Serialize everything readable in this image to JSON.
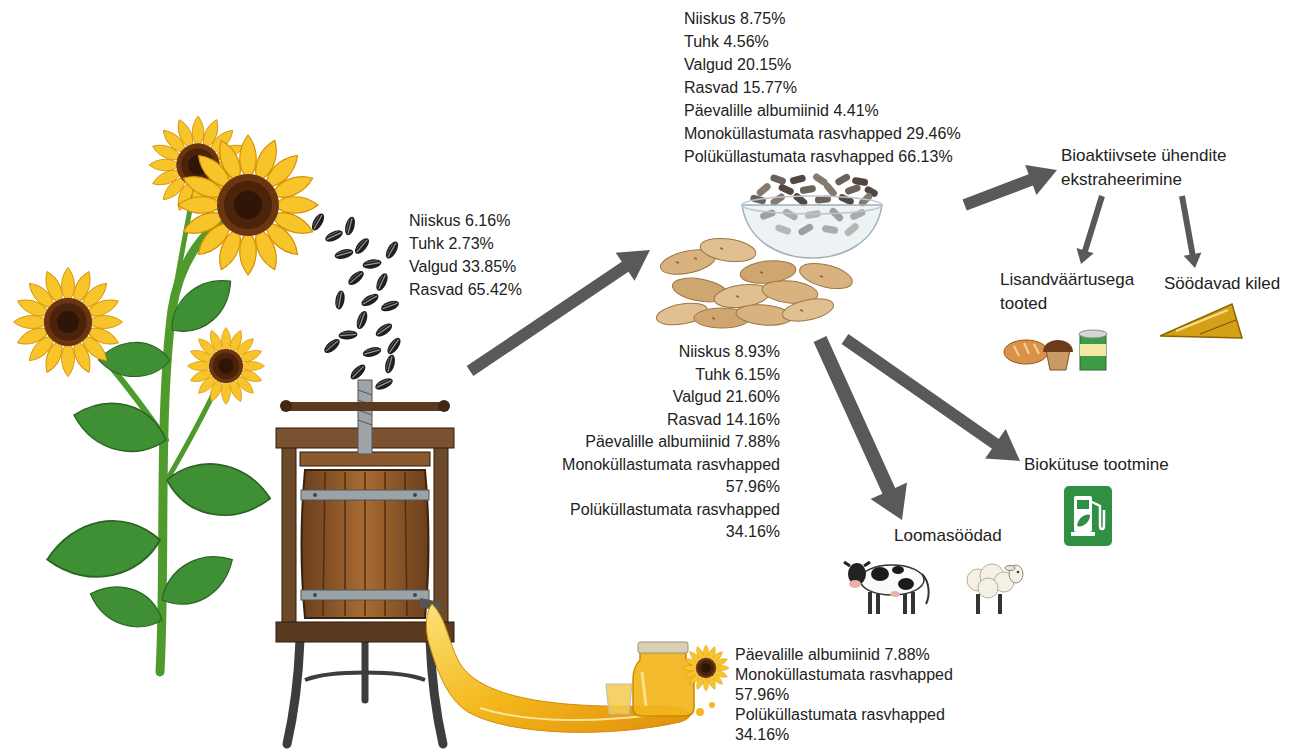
{
  "diagram": {
    "nodes": [
      {
        "text": [
          "Niiskus 6.16%",
          "Tuhk 2.73%",
          "Valgud 33.85%",
          "Rasvad 65.42%"
        ]
      },
      {
        "text": [
          "Niiskus 8.75%",
          "Tuhk 4.56%",
          "Valgud 20.15%",
          "Rasvad 15.77%",
          "Päevalille albumiinid 4.41%",
          "Monoküllastumata rasvhapped 29.46%",
          "Polüküllastumata rasvhapped 66.13%"
        ]
      },
      {
        "text": [
          "Bioaktiivsete ühendite ekstraheerimine"
        ]
      },
      {
        "text": [
          "Lisandväärtusega tooted"
        ]
      },
      {
        "text": [
          "Söödavad kiled"
        ]
      },
      {
        "text": [
          "Biokütuse tootmine"
        ]
      },
      {
        "text": [
          "Loomasöödad"
        ]
      }
    ],
    "edges": [
      {
        "from": 0,
        "to": 1,
        "arrow": "to"
      },
      {
        "from": 1,
        "to": 2,
        "arrow": "to"
      },
      {
        "from": 2,
        "to": 3,
        "arrow": "to"
      },
      {
        "from": 2,
        "to": 4,
        "arrow": "to"
      },
      {
        "from": 1,
        "to": 5,
        "arrow": "to"
      },
      {
        "from": 1,
        "to": 6,
        "arrow": "to"
      }
    ],
    "labels": [
      "Niiskus 8.93%",
      "Tuhk 6.15%",
      "Valgud 21.60%",
      "Rasvad 14.16%",
      "Päevalille albumiinid 7.88%",
      "Monoküllastumata rasvhapped 57.96%",
      "Polüküllastumata rasvhapped 34.16%",
      "Päevalille albumiinid 7.88%",
      "Monoküllastumata rasvhapped 57.96%",
      "Polüküllastumata rasvhapped 34.16%"
    ]
  }
}
